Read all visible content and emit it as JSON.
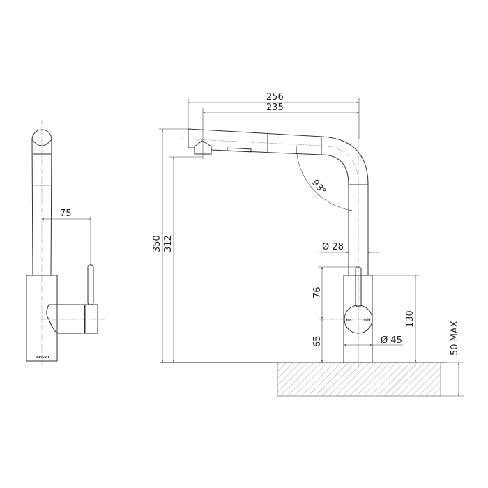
{
  "drawing": {
    "side_view": {
      "brand_mark": "PHOENIX",
      "dim_lever_offset": "75"
    },
    "front_view": {
      "dim_overall_reach": "256",
      "dim_spout_reach": "235",
      "dim_overall_height": "350",
      "dim_spout_height": "312",
      "dim_spout_angle": "93°",
      "dim_spout_diameter": "Ø 28",
      "dim_lever_height": "76",
      "dim_handle_height": "65",
      "dim_body_height": "130",
      "dim_body_diameter": "Ø 45",
      "dim_bench_thickness": "50 MAX",
      "handle_hot": "hot",
      "handle_cold": "cold"
    }
  }
}
